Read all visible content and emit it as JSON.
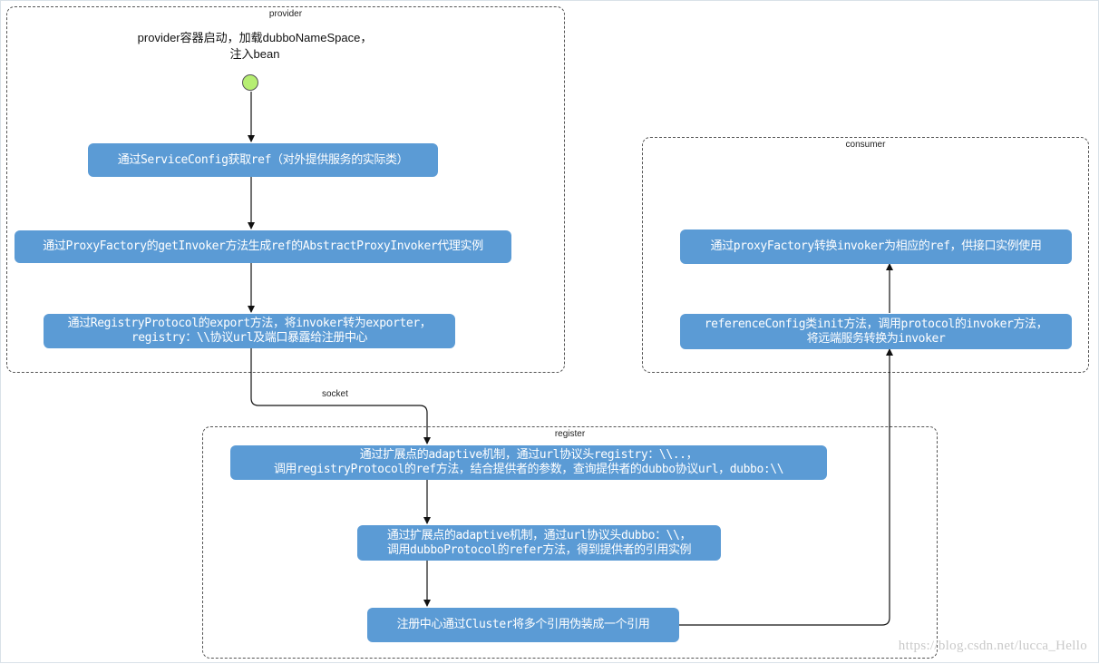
{
  "groups": {
    "provider": "provider",
    "consumer": "consumer",
    "register": "register"
  },
  "provider": {
    "intro_line1": "provider容器启动，加载dubboNameSpace，",
    "intro_line2": "注入bean",
    "step1": "通过ServiceConfig获取ref（对外提供服务的实际类）",
    "step2": "通过ProxyFactory的getInvoker方法生成ref的AbstractProxyInvoker代理实例",
    "step3_line1": "通过RegistryProtocol的export方法，将invoker转为exporter，",
    "step3_line2": "registry：\\\\协议url及端口暴露给注册中心"
  },
  "edges": {
    "socket": "socket"
  },
  "register": {
    "step1_line1": "通过扩展点的adaptive机制，通过url协议头registry：\\\\..，",
    "step1_line2": "调用registryProtocol的ref方法，结合提供者的参数，查询提供者的dubbo协议url，dubbo:\\\\",
    "step2_line1": "通过扩展点的adaptive机制，通过url协议头dubbo：\\\\，",
    "step2_line2": "调用dubboProtocol的refer方法，得到提供者的引用实例",
    "step3": "注册中心通过Cluster将多个引用伪装成一个引用"
  },
  "consumer": {
    "step1_line1": "referenceConfig类init方法，调用protocol的invoker方法，",
    "step1_line2": "将远端服务转换为invoker",
    "step2": "通过proxyFactory转换invoker为相应的ref，供接口实例使用"
  },
  "watermark": "https://blog.csdn.net/lucca_Hello",
  "colors": {
    "box_fill": "#5b9bd5",
    "start_dot": "#b6ee72",
    "border": "#555555"
  }
}
